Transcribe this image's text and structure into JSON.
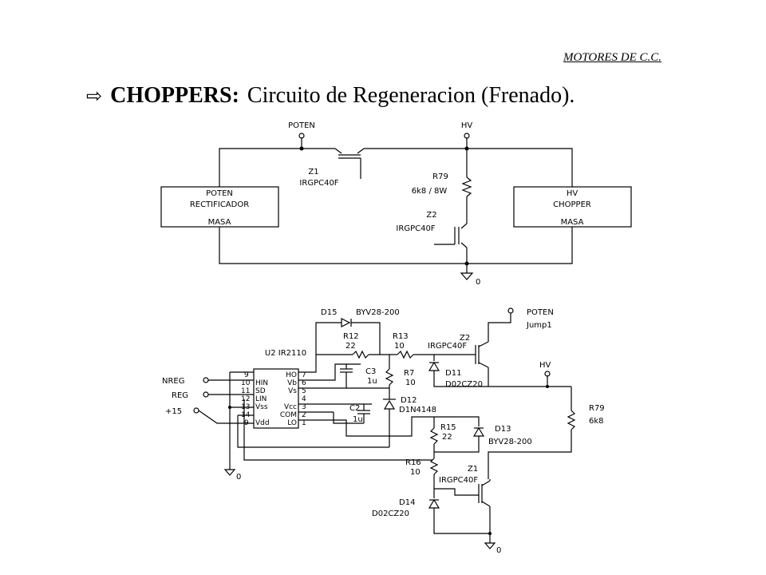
{
  "header": {
    "reference": "MOTORES DE C.C."
  },
  "title": {
    "arrow_icon": "⇨",
    "keyword": "CHOPPERS:",
    "text": "Circuito de Regeneracion (Frenado)."
  },
  "top_diagram": {
    "net_poten": "POTEN",
    "net_hv": "HV",
    "z1_ref": "Z1",
    "z1_part": "IRGPC40F",
    "r79_ref": "R79",
    "r79_value": "6k8 / 8W",
    "z2_ref": "Z2",
    "z2_part": "IRGPC40F",
    "ground_label": "0",
    "rect_block": {
      "top": "POTEN",
      "name": "RECTIFICADOR",
      "bottom": "MASA"
    },
    "chopper_block": {
      "top": "HV",
      "name": "CHOPPER",
      "bottom": "MASA"
    }
  },
  "bottom_diagram": {
    "d15": "D15",
    "d15_part": "BYV28-200",
    "r12": "R12",
    "r12_val": "22",
    "r13": "R13",
    "r13_val": "10",
    "z2": "Z2",
    "z2_part": "IRGPC40F",
    "poten": "POTEN",
    "jump": "Jump1",
    "u2": "U2 IR2110",
    "c3": "C3",
    "c3_val": "1u",
    "r7": "R7",
    "r7_val": "10",
    "d11": "D11",
    "d11_part": "D02CZ20",
    "hv": "HV",
    "d12": "D12",
    "d12_part": "D1N4148",
    "c2": "C2",
    "c2_val": "1u",
    "r79": "R79",
    "r79_val": "6k8",
    "r15": "R15",
    "r15_val": "22",
    "d13": "D13",
    "d13_part": "BYV28-200",
    "r16": "R16",
    "r16_val": "10",
    "z1": "Z1",
    "z1_part": "IRGPC40F",
    "d14": "D14",
    "d14_part": "D02CZ20",
    "nreg": "NREG",
    "reg": "REG",
    "plus15": "+15",
    "ground_a": "0",
    "ground_b": "0",
    "ic_pins_left": [
      "HIN",
      "SD",
      "LIN",
      "Vss",
      "Vdd"
    ],
    "ic_pins_left_num": [
      "9",
      "10",
      "11",
      "12",
      "13",
      "14",
      "9"
    ],
    "ic_pins_right": [
      "HO",
      "Vb",
      "Vs",
      "Vcc",
      "COM",
      "LO"
    ],
    "ic_pins_right_num": [
      "7",
      "6",
      "5",
      "4",
      "3",
      "2",
      "1"
    ]
  }
}
